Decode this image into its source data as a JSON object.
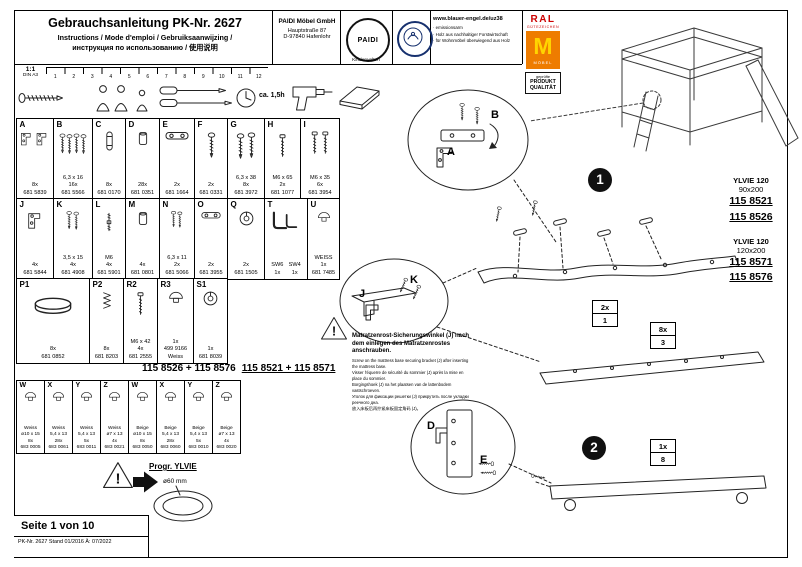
{
  "page": {
    "title": "Gebrauchsanleitung PK-Nr. 2627",
    "subtitle_line1": "Instructions / Mode d'emploi / Gebruiksaanwijzing /",
    "subtitle_line2": "инструкция по использованию / 使用说明"
  },
  "company": {
    "name": "PAIDI Möbel GmbH",
    "street": "Hauptstraße 87",
    "city": "D-97840 Hafenlohr",
    "logo_text": "PAIDI",
    "logo_sub": "Kinderwelten"
  },
  "eco_label": {
    "url": "www.blauer-engel.de/uz38",
    "line1": "· emissionsarm",
    "line2": "· Holz aus nachhaltiger Forstwirtschaft",
    "line3": "· für Wohnmöbel überwiegend aus Holz"
  },
  "ral": {
    "name": "RAL",
    "subtitle": "GÜTEZEICHEN",
    "letter": "M",
    "letter_sub": "MÖBEL",
    "badge_line1": "geprüfte",
    "badge_line2": "PRODUKT",
    "badge_line3": "QUALITÄT"
  },
  "scale": {
    "ratio": "1:1",
    "format": "DIN A3",
    "time": "ca. 1,5h",
    "ruler": [
      "1",
      "2",
      "3",
      "4",
      "5",
      "6",
      "7",
      "8",
      "9",
      "10",
      "11",
      "12"
    ]
  },
  "parts_row1": [
    {
      "letter": "A",
      "dim": "",
      "qty": "8x",
      "num": "681 5839"
    },
    {
      "letter": "B",
      "dim": "6,3 x 16",
      "qty": "16x",
      "num": "681 5566"
    },
    {
      "letter": "C",
      "dim": "",
      "qty": "8x",
      "num": "681 0170"
    },
    {
      "letter": "D",
      "dim": "",
      "qty": "28x",
      "num": "681 0351"
    },
    {
      "letter": "E",
      "dim": "",
      "qty": "2x",
      "num": "681 1664"
    },
    {
      "letter": "F",
      "dim": "",
      "qty": "2x",
      "num": "681 0331"
    },
    {
      "letter": "G",
      "dim": "6,3 x 38",
      "qty": "8x",
      "num": "681 3972"
    },
    {
      "letter": "H",
      "dim": "M6 x 65",
      "qty": "2x",
      "num": "681 1077"
    },
    {
      "letter": "I",
      "dim": "M6 x 35",
      "qty": "6x",
      "num": "681 3954"
    }
  ],
  "parts_row2": [
    {
      "letter": "J",
      "dim": "",
      "qty": "4x",
      "num": "681 5844"
    },
    {
      "letter": "K",
      "dim": "3,5 x 15",
      "qty": "4x",
      "num": "681 4908"
    },
    {
      "letter": "L",
      "dim": "M6",
      "qty": "4x",
      "num": "681 5901"
    },
    {
      "letter": "M",
      "dim": "",
      "qty": "4x",
      "num": "681 0801"
    },
    {
      "letter": "N",
      "dim": "6,3 x 11",
      "qty": "2x",
      "num": "681 5066"
    },
    {
      "letter": "O",
      "dim": "",
      "qty": "2x",
      "num": "681 3955"
    },
    {
      "letter": "Q",
      "dim": "",
      "qty": "2x",
      "num": "681 1505"
    },
    {
      "letter": "T",
      "dim": "SW6",
      "qty": "1x",
      "dim2": "SW4",
      "qty2": "1x",
      "num": ""
    },
    {
      "letter": "U",
      "dim": "WEISS",
      "qty": "1x",
      "num": "681 7485"
    }
  ],
  "parts_row3": [
    {
      "letter": "P1",
      "dim": "",
      "qty": "8x",
      "num": "681 0852",
      "note": ""
    },
    {
      "letter": "P2",
      "dim": "",
      "qty": "8x",
      "num": "681 8203",
      "note": ""
    },
    {
      "letter": "R2",
      "dim": "M6 x 42",
      "qty": "4x",
      "num": "681 2555",
      "note": ""
    },
    {
      "letter": "R3",
      "dim": "",
      "qty": "1x",
      "num": "499 9166",
      "note": "Weiss"
    },
    {
      "letter": "S1",
      "dim": "",
      "qty": "1x",
      "num": "681 8039",
      "note": ""
    }
  ],
  "warning": {
    "headline": "Matratzenrost-Sicherungswinkel (J) nach dem einlegen des Matratzenrostes anschrauben.",
    "line1": "Screw on the mattress base securing bracket (J) after inserting the mattress base.",
    "line2": "Visser l'équerre de sécurité du sommier (J) après la mise en place du sommier.",
    "line3": "Borgingshoek (J) na het plaatsen van de lattenbodem vastschroeven.",
    "line4": "Уголок для фиксации решетки (J) прикрутить после укладки реечного дна.",
    "line5": "放入床板后再拧紧床板固定角码 (J)。"
  },
  "combo": {
    "left": "115 8526 + 115 8576",
    "right": "115 8521 + 115 8571"
  },
  "caps": {
    "cells": [
      {
        "letter": "W",
        "color": "Weiss",
        "dim": "ø10 x 15",
        "qty": "8x",
        "num": "683 0005"
      },
      {
        "letter": "X",
        "color": "Weiss",
        "dim": "5,4 x 13",
        "qty": "28x",
        "num": "683 0061"
      },
      {
        "letter": "Y",
        "color": "Weiss",
        "dim": "5,4 x 13",
        "qty": "5x",
        "num": "683 0011"
      },
      {
        "letter": "Z",
        "color": "Weiss",
        "dim": "ø7 x 13",
        "qty": "4x",
        "num": "683 0021"
      },
      {
        "letter": "W",
        "color": "Beige",
        "dim": "ø10 x 15",
        "qty": "8x",
        "num": "683 0050"
      },
      {
        "letter": "X",
        "color": "Beige",
        "dim": "5,4 x 13",
        "qty": "28x",
        "num": "683 0060"
      },
      {
        "letter": "Y",
        "color": "Beige",
        "dim": "5,4 x 13",
        "qty": "5x",
        "num": "683 0010"
      },
      {
        "letter": "Z",
        "color": "Beige",
        "dim": "ø7 x 13",
        "qty": "4x",
        "num": "683 0020"
      }
    ]
  },
  "progr": {
    "label": "Progr. YLVIE",
    "diameter": "ø60 mm"
  },
  "assembly": {
    "step1": "1",
    "step2": "2",
    "label_a": "A",
    "label_b": "B",
    "label_j": "J",
    "label_k": "K",
    "label_d": "D",
    "label_e": "E",
    "boxes": [
      {
        "qty": "2x",
        "ref": "1"
      },
      {
        "qty": "8x",
        "ref": "3"
      },
      {
        "qty": "1x",
        "ref": "8"
      }
    ],
    "products": [
      {
        "name": "YLVIE 120",
        "size": "90x200",
        "code1": "115 8521",
        "code2": "115 8526"
      },
      {
        "name": "YLVIE 120",
        "size": "120x200",
        "code1": "115 8571",
        "code2": "115 8576"
      }
    ]
  },
  "footer": {
    "page": "Seite 1 von 10",
    "meta": "PK-Nr. 2627    Stand 01/2016    Ä: 07/2022"
  },
  "misc": {
    "warning_mark": "!"
  }
}
